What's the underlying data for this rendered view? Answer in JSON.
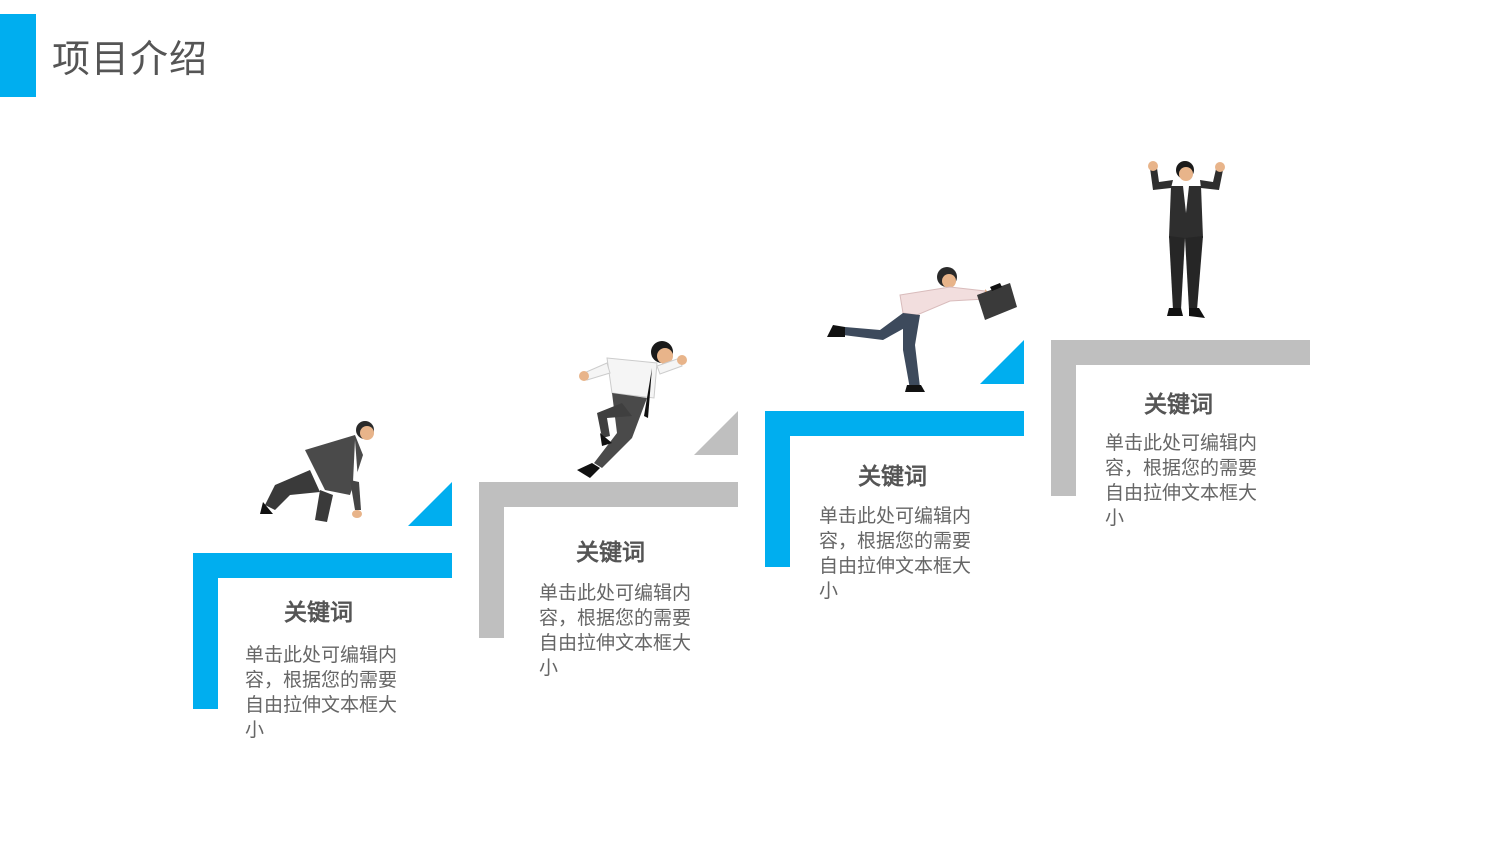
{
  "page_title": "项目介绍",
  "colors": {
    "accent": "#00aeef",
    "gray": "#bfbfbf"
  },
  "steps": [
    {
      "keyword": "关键词",
      "description": "单击此处可编辑内容，根据您的需要自由拉伸文本框大小",
      "color": "blue",
      "figure": "crouching-businessman-icon"
    },
    {
      "keyword": "关键词",
      "description": "单击此处可编辑内容，根据您的需要自由拉伸文本框大小",
      "color": "gray",
      "figure": "running-businessman-icon"
    },
    {
      "keyword": "关键词",
      "description": "单击此处可编辑内容，根据您的需要自由拉伸文本框大小",
      "color": "blue",
      "figure": "lunging-businessman-with-briefcase-icon"
    },
    {
      "keyword": "关键词",
      "description": "单击此处可编辑内容，根据您的需要自由拉伸文本框大小",
      "color": "gray",
      "figure": "victorious-businessman-icon"
    }
  ]
}
